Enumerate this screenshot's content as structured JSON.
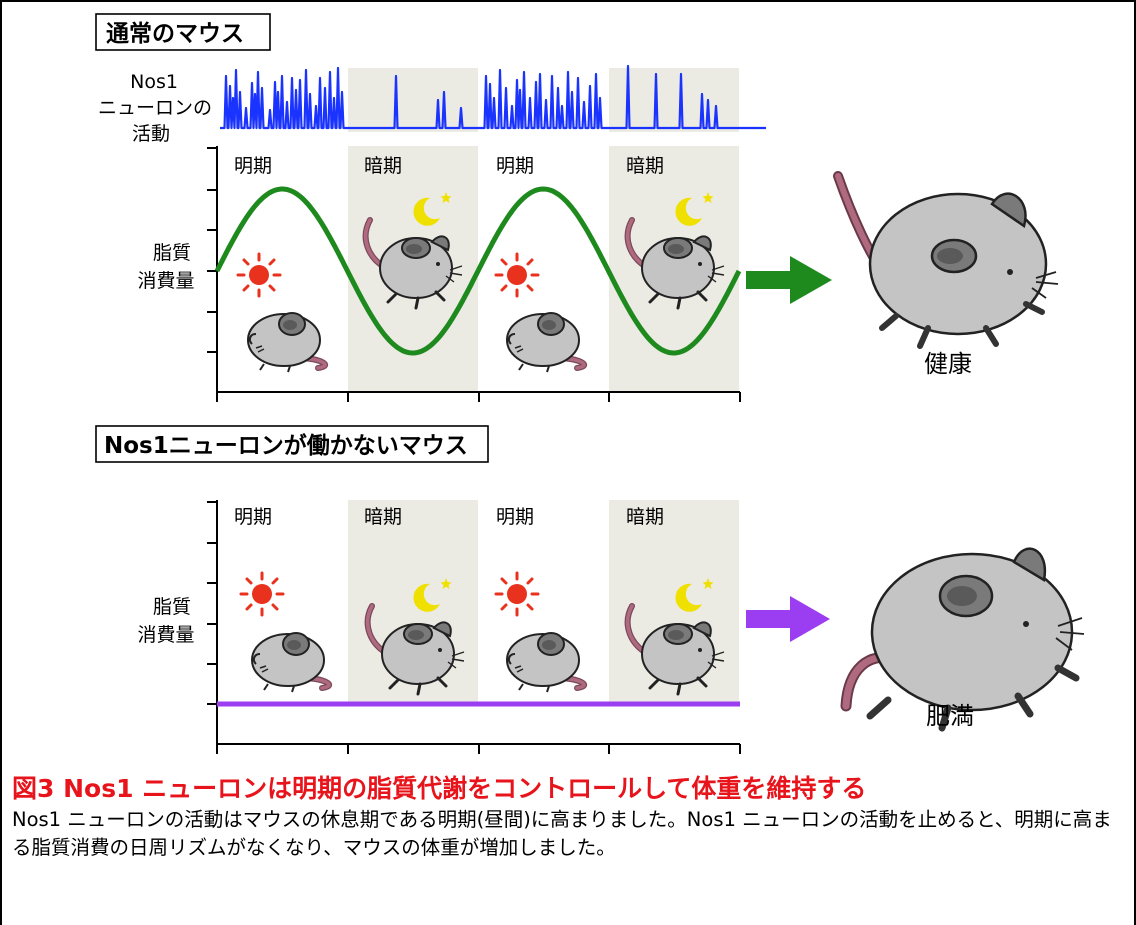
{
  "panels": [
    {
      "title": "通常のマウス",
      "activity_label": [
        "Nos1",
        "ニューロンの",
        "活動"
      ],
      "y_label": [
        "脂質",
        "消費量"
      ],
      "period_labels": [
        "明期",
        "暗期",
        "明期",
        "暗期"
      ],
      "lipid_pattern": "diurnal rhythm, peaks in light period",
      "outcome": "健康"
    },
    {
      "title": "Nos1ニューロンが働かないマウス",
      "y_label": [
        "脂質",
        "消費量"
      ],
      "period_labels": [
        "明期",
        "暗期",
        "明期",
        "暗期"
      ],
      "lipid_pattern": "flat, low",
      "outcome": "肥満"
    }
  ],
  "caption": {
    "title": "図3  Nos1 ニューロンは明期の脂質代謝をコントロールして体重を維持する",
    "body": "Nos1 ニューロンの活動はマウスの休息期である明期(昼間)に高まりました。Nos1 ニューロンの活動を止めると、明期に高まる脂質消費の日周リズムがなくなり、マウスの体重が増加しました。"
  },
  "colors": {
    "normal_curve": "#1e8a1e",
    "knockout_line": "#9b3df0",
    "activity_trace": "#1a33ff",
    "dark_period_shade": "#ebebe4",
    "sun": "#e8321e",
    "moon": "#f0e000",
    "caption_title": "#e8141c",
    "mouse_body": "#c4c4c4",
    "mouse_tail": "#b06a80"
  },
  "icons": [
    "sun-icon",
    "moon-icon",
    "mouse-icon",
    "arrow-icon"
  ]
}
